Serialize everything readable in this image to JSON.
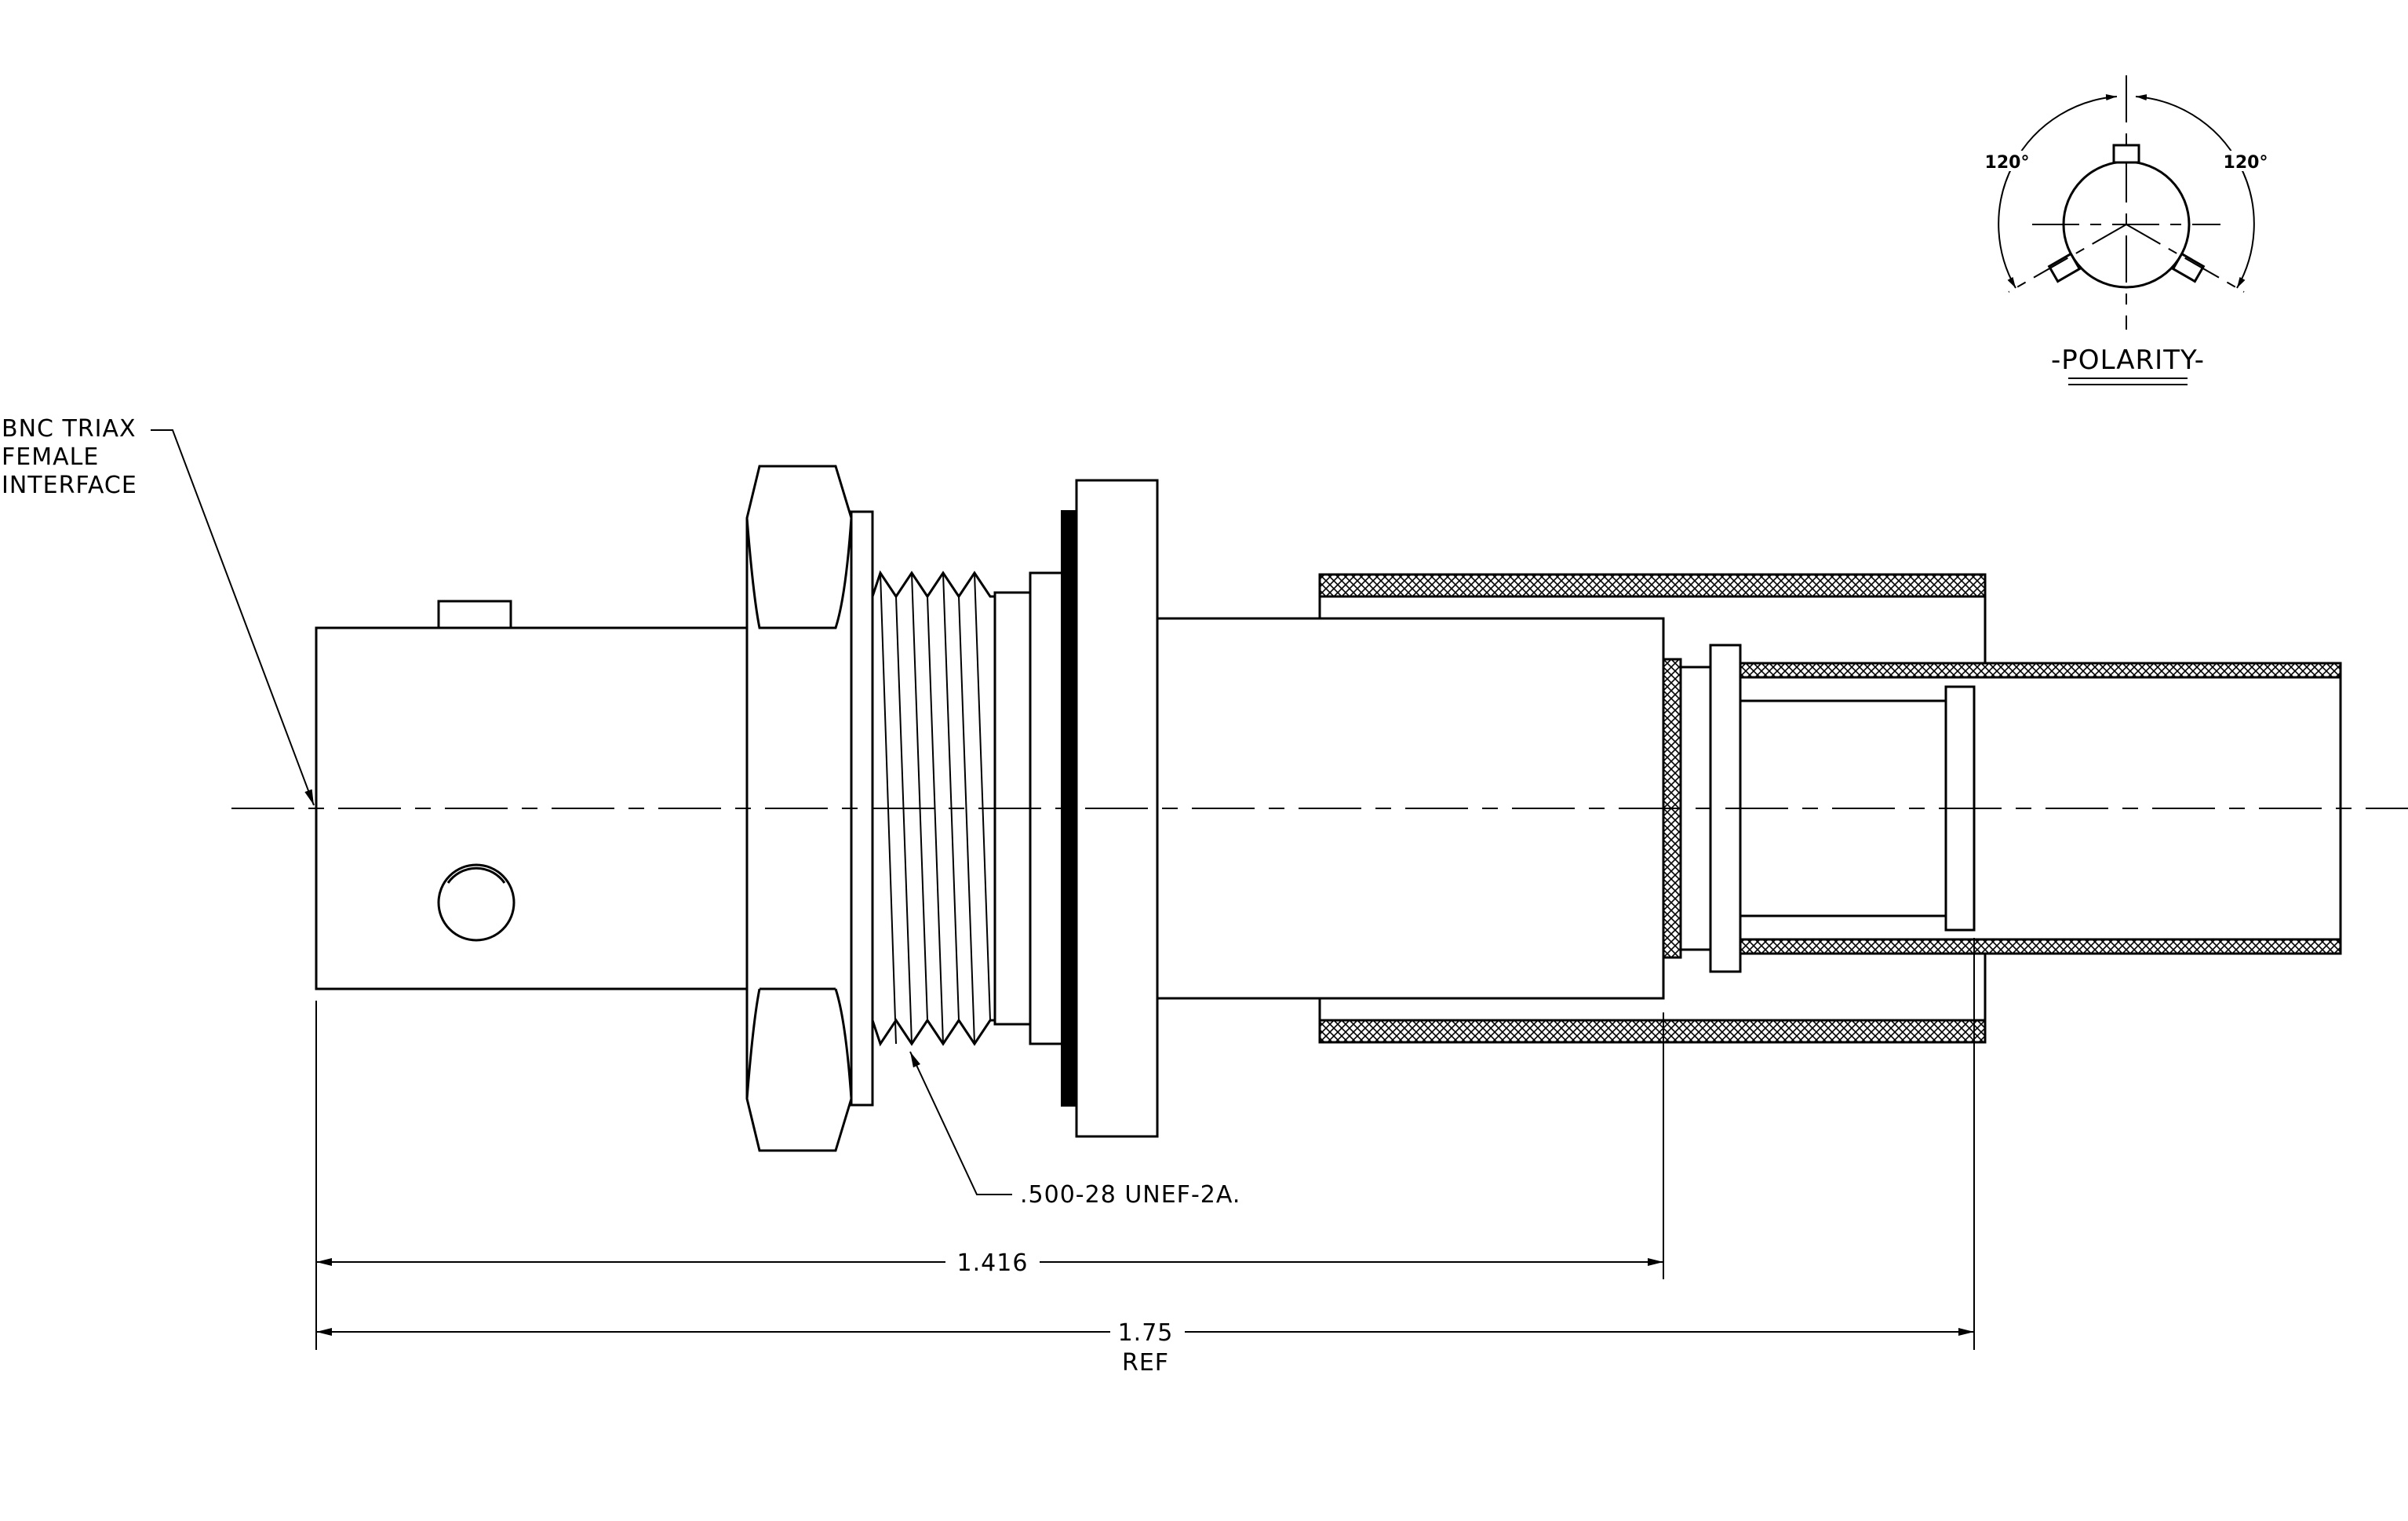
{
  "callouts": {
    "interface_label": [
      "BNC TRIAX",
      "FEMALE",
      "INTERFACE"
    ],
    "thread_label": ".500-28 UNEF-2A."
  },
  "dimensions": {
    "length_1": "1.416",
    "length_2": "1.75",
    "length_2_note": "REF"
  },
  "polarity": {
    "title": "-POLARITY-",
    "angle_left": "120°",
    "angle_right": "120°"
  },
  "colors": {
    "line": "#000000",
    "background": "#ffffff"
  }
}
